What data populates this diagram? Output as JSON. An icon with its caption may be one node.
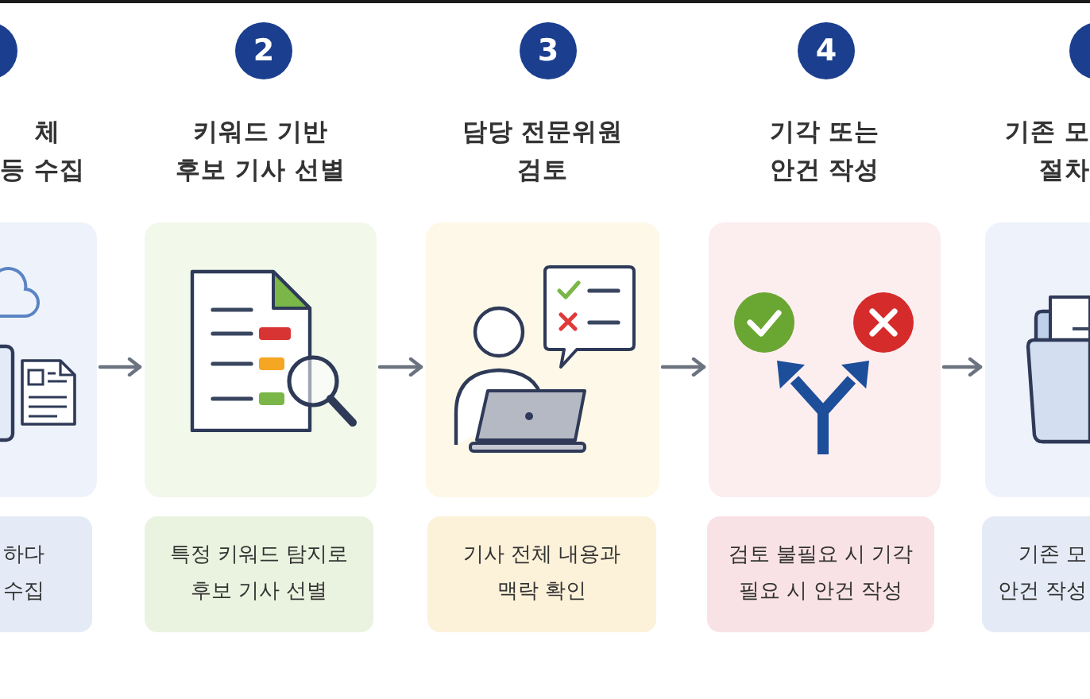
{
  "diagram": {
    "nodes": [
      {
        "text": [],
        "shape": "circle"
      },
      {
        "text": [
          "체 등 수집"
        ]
      },
      {
        "text": [
          "하다 수집"
        ]
      },
      {
        "text": [
          "2"
        ]
      },
      {
        "text": [
          "키워드 기반 후보 기사 선별"
        ]
      },
      {
        "text": [
          "특정 키워드 탐지로 후보 기사 선별"
        ]
      },
      {
        "text": [
          "3"
        ]
      },
      {
        "text": [
          "담당 전문위원 검토"
        ]
      },
      {
        "text": [
          "기사 전체 내용과 맥락 확인"
        ]
      },
      {
        "text": [
          "4"
        ]
      },
      {
        "text": [
          "기각 또는 안건 작성"
        ]
      },
      {
        "text": [
          "검토 불필요 시 기각 필요 시 안건 작성"
        ]
      },
      {
        "text": [],
        "shape": "circle"
      },
      {
        "text": [
          "기존 모 절차"
        ]
      },
      {
        "text": [
          "기존 모 안건 작성"
        ]
      }
    ],
    "edges": [
      {
        "from": 1,
        "to": 4,
        "arrow": "to"
      },
      {
        "from": 4,
        "to": 7,
        "arrow": "to"
      },
      {
        "from": 7,
        "to": 10,
        "arrow": "to"
      },
      {
        "from": 10,
        "to": 13,
        "arrow": "to"
      }
    ]
  }
}
